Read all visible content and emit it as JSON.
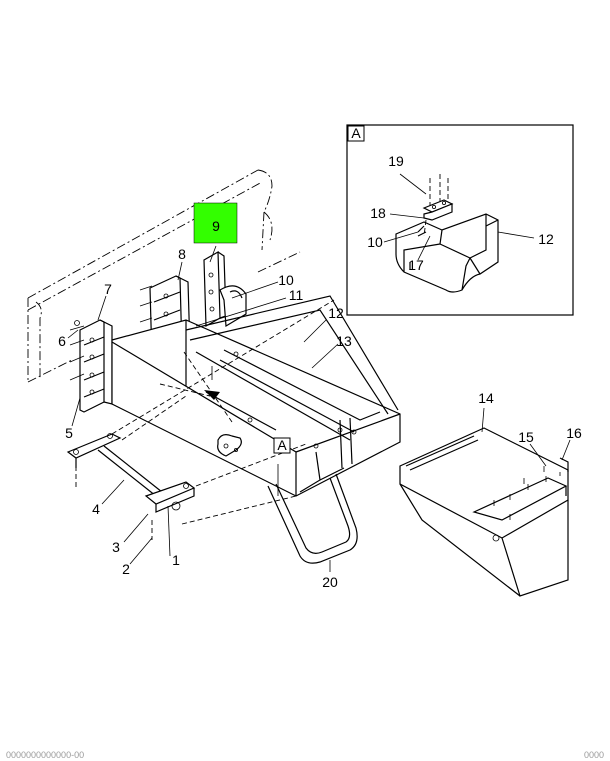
{
  "callouts": [
    {
      "id": "c1",
      "text": "1"
    },
    {
      "id": "c2",
      "text": "2"
    },
    {
      "id": "c3",
      "text": "3"
    },
    {
      "id": "c4",
      "text": "4"
    },
    {
      "id": "c5",
      "text": "5"
    },
    {
      "id": "c6",
      "text": "6"
    },
    {
      "id": "c7",
      "text": "7"
    },
    {
      "id": "c8",
      "text": "8"
    },
    {
      "id": "c9",
      "text": "9"
    },
    {
      "id": "c10",
      "text": "10"
    },
    {
      "id": "c11",
      "text": "11"
    },
    {
      "id": "c12",
      "text": "12"
    },
    {
      "id": "c13",
      "text": "13"
    },
    {
      "id": "c14",
      "text": "14"
    },
    {
      "id": "c15",
      "text": "15"
    },
    {
      "id": "c16",
      "text": "16"
    },
    {
      "id": "c20",
      "text": "20"
    }
  ],
  "detail": {
    "letter": "A",
    "callouts": [
      {
        "id": "d19",
        "text": "19"
      },
      {
        "id": "d18",
        "text": "18"
      },
      {
        "id": "d10",
        "text": "10"
      },
      {
        "id": "d17",
        "text": "17"
      },
      {
        "id": "d12",
        "text": "12"
      }
    ]
  },
  "view_marker": "A",
  "highlight_color": "#33ff00",
  "footer": {
    "left": "0000000000000-00",
    "right": "0000"
  }
}
